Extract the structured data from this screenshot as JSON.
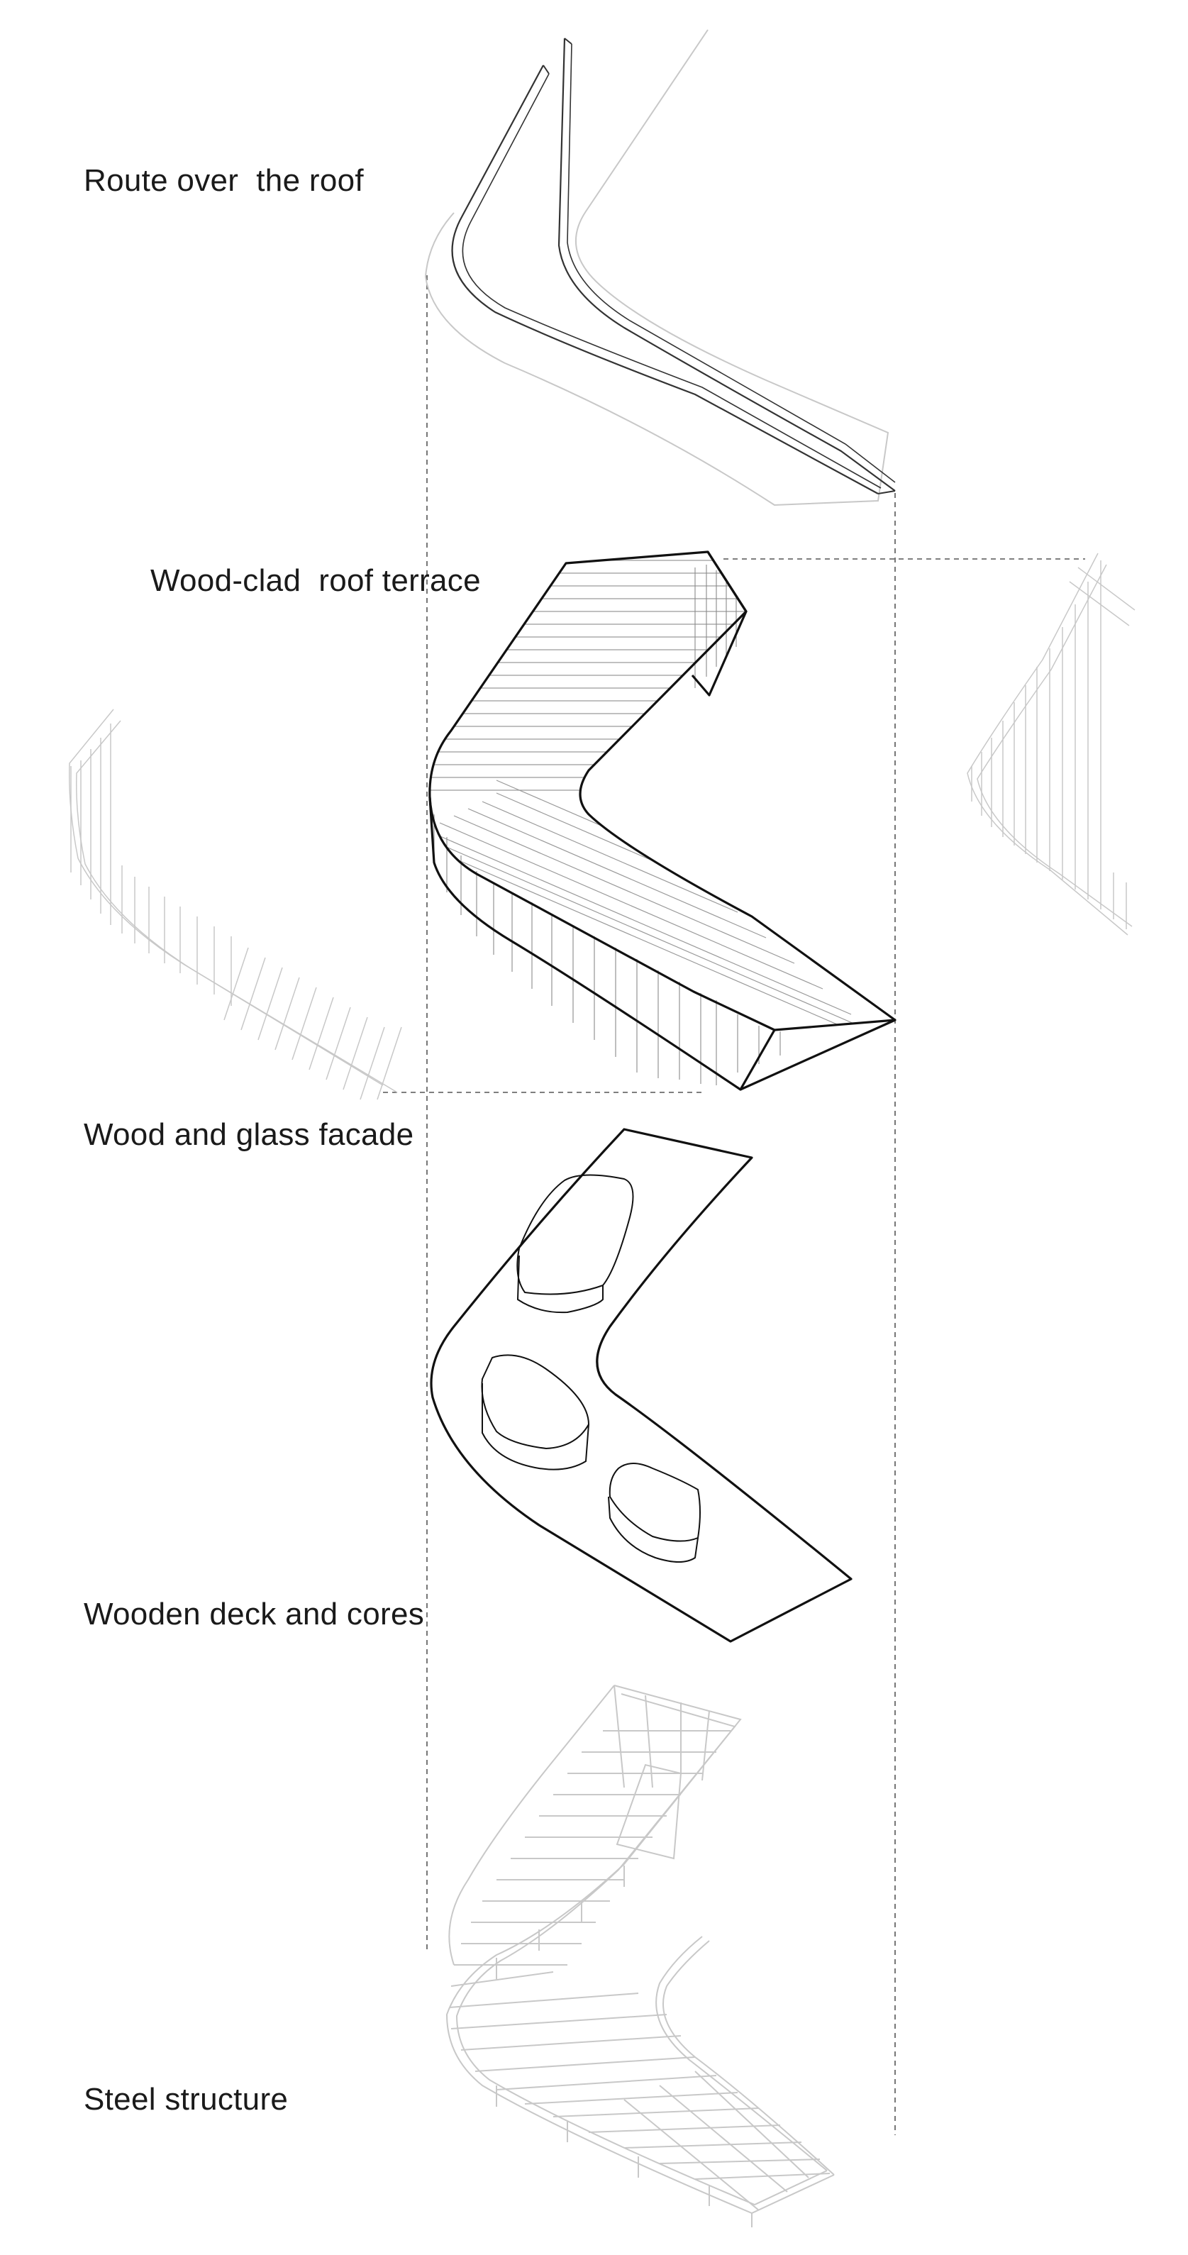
{
  "layers": [
    {
      "id": "route",
      "label": "Route over  the roof"
    },
    {
      "id": "terrace",
      "label": "Wood-clad  roof terrace"
    },
    {
      "id": "facade",
      "label": "Wood and glass facade"
    },
    {
      "id": "deck",
      "label": "Wooden deck and cores"
    },
    {
      "id": "steel",
      "label": "Steel structure"
    }
  ],
  "colors": {
    "background": "#ffffff",
    "text": "#1a1a1a",
    "bold_line": "#111111",
    "thin_line": "#333333",
    "faint_line": "#c8c8c8",
    "dashed_guide": "#555555"
  }
}
